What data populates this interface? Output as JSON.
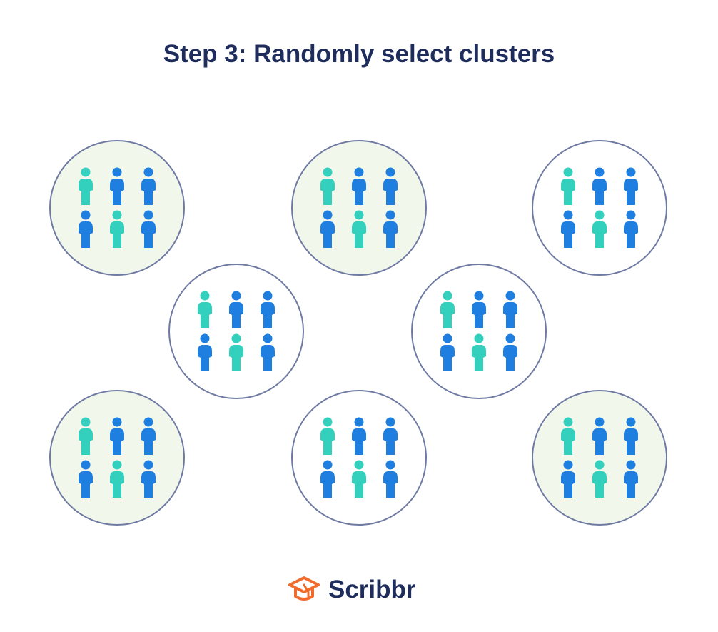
{
  "title": "Step 3: Randomly select clusters",
  "colors": {
    "selected_fill": "#f2f7ec",
    "unselected_fill": "#ffffff",
    "circle_stroke": "#6f7aa3",
    "person_blue": "#1e7fe0",
    "person_teal": "#33d1bd",
    "title": "#1f2d5c",
    "logo_orange": "#f26b2d"
  },
  "clusters": [
    {
      "name": "cluster-top-left",
      "selected": true
    },
    {
      "name": "cluster-top-center",
      "selected": true
    },
    {
      "name": "cluster-top-right",
      "selected": false
    },
    {
      "name": "cluster-middle-left",
      "selected": false
    },
    {
      "name": "cluster-middle-right",
      "selected": false
    },
    {
      "name": "cluster-bottom-left",
      "selected": true
    },
    {
      "name": "cluster-bottom-center",
      "selected": false
    },
    {
      "name": "cluster-bottom-right",
      "selected": true
    }
  ],
  "person_grid": [
    [
      "teal",
      "blue",
      "blue"
    ],
    [
      "blue",
      "teal",
      "blue"
    ]
  ],
  "logo": {
    "text": "Scribbr",
    "icon": "graduation-cap-icon"
  }
}
